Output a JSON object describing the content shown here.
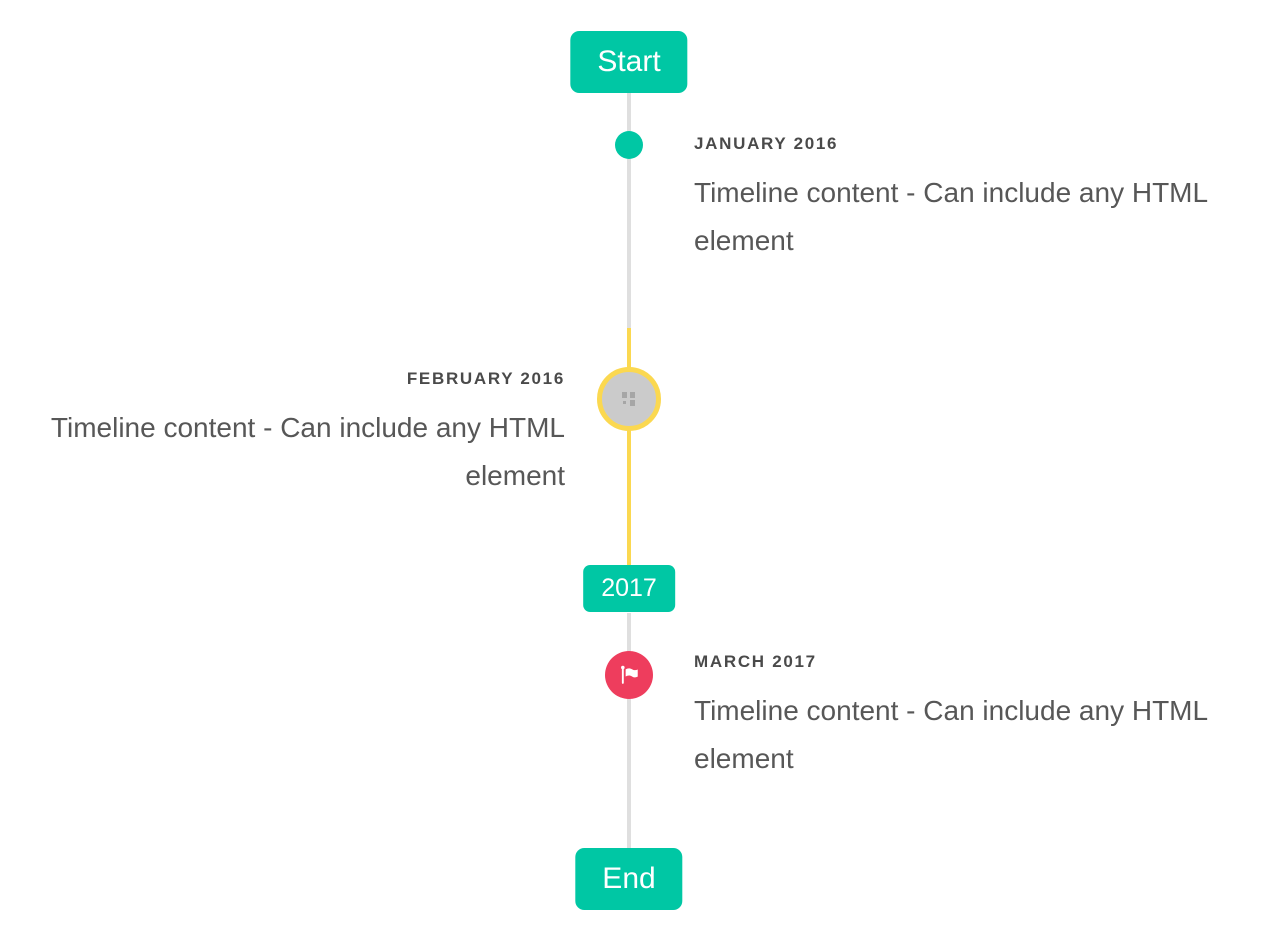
{
  "timeline": {
    "start_badge": "Start",
    "year_badge": "2017",
    "end_badge": "End",
    "items": [
      {
        "date": "JANUARY 2016",
        "content": "Timeline content - Can include any HTML element",
        "side": "right",
        "marker": "teal-dot"
      },
      {
        "date": "FEBRUARY 2016",
        "content": "Timeline content - Can include any HTML element",
        "side": "left",
        "marker": "gray-circle-yellow-ring-broken-image"
      },
      {
        "date": "MARCH 2017",
        "content": "Timeline content - Can include any HTML element",
        "side": "right",
        "marker": "red-circle-flag"
      }
    ]
  },
  "colors": {
    "accent_teal": "#00c7a4",
    "accent_yellow": "#fbd850",
    "accent_red": "#ee3d5d",
    "line_gray": "#dfdfdf",
    "marker_gray_fill": "#cbcbcb",
    "title_text": "#4a4a4a",
    "content_text": "#575757",
    "badge_text": "#ffffff",
    "background": "#ffffff"
  }
}
